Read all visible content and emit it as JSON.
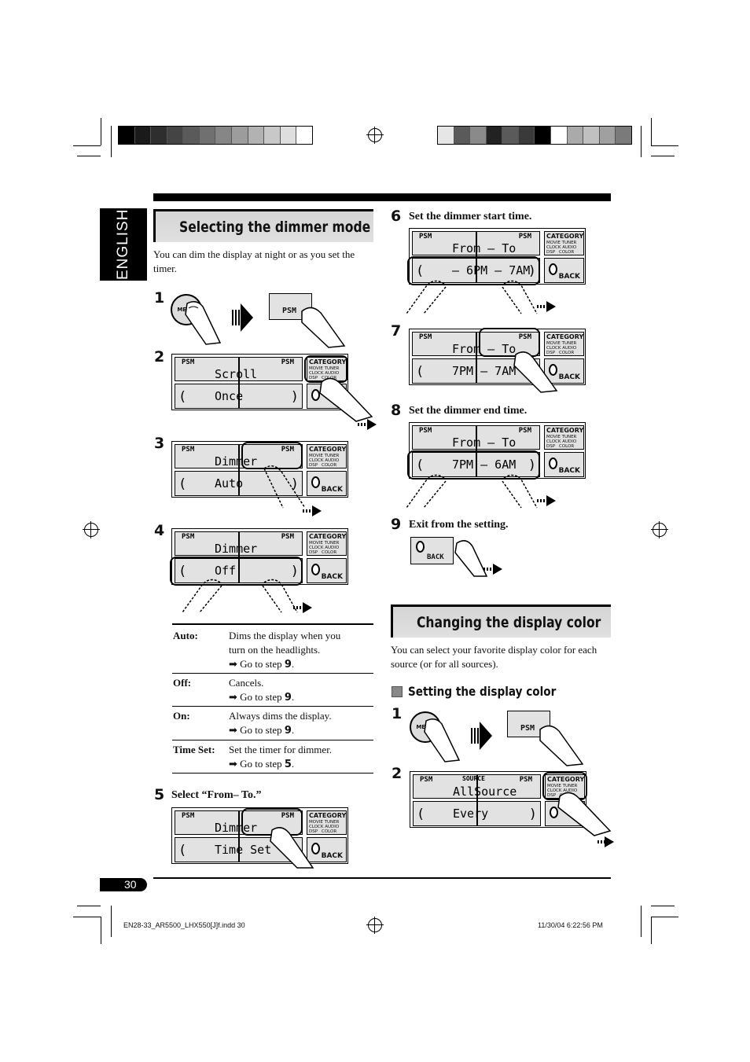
{
  "language_tab": "ENGLISH",
  "page_number": "30",
  "section1": {
    "title": "Selecting the dimmer mode",
    "intro": "You can dim the display at night or as you set the timer."
  },
  "buttons": {
    "menu": "MENU",
    "psm": "PSM",
    "back": "BACK",
    "category": "CATEGORY",
    "category_sub1": "MOVIE TUNER",
    "category_sub2": "CLOCK AUDIO",
    "category_sub3_a": "DSP",
    "category_sub3_b": "COLOR",
    "source": "SOURCE"
  },
  "steps_left": {
    "s1": "1",
    "s2": "2",
    "s3": "3",
    "s4": "4",
    "s5": "5",
    "s2_display": {
      "top": "Scroll",
      "bottom": "Once"
    },
    "s3_display": {
      "top": "Dimmer",
      "bottom": "Auto"
    },
    "s4_display": {
      "top": "Dimmer",
      "bottom": "Off"
    },
    "s5_label": "Select “From– To.”",
    "s5_display": {
      "top": "Dimmer",
      "bottom": "Time Set"
    }
  },
  "options": [
    {
      "key": "Auto:",
      "line1": "Dims the display when you",
      "line2": "turn on the headlights.",
      "goto_text": "➡ Go to step ",
      "goto_step": "9",
      "period": "."
    },
    {
      "key": "Off:",
      "line1": "Cancels.",
      "goto_text": "➡ Go to step ",
      "goto_step": "9",
      "period": "."
    },
    {
      "key": "On:",
      "line1": "Always dims the display.",
      "goto_text": "➡ Go to step ",
      "goto_step": "9",
      "period": "."
    },
    {
      "key": "Time Set:",
      "line1": "Set the timer for dimmer.",
      "goto_text": "➡ Go to step ",
      "goto_step": "5",
      "period": "."
    }
  ],
  "steps_right": {
    "s6": "6",
    "s6_label": "Set the dimmer start time.",
    "s6_display": {
      "top": "From – To",
      "bottom": "– 6PM – 7AM"
    },
    "s7": "7",
    "s7_display": {
      "top": "From – To",
      "bottom": "7PM – 7AM"
    },
    "s8": "8",
    "s8_label": "Set the dimmer end time.",
    "s8_display": {
      "top": "From – To",
      "bottom": "7PM – 6AM"
    },
    "s9": "9",
    "s9_label": "Exit from the setting."
  },
  "section2": {
    "title": "Changing the display color",
    "intro": "You can select your favorite display color for each source (or for all sources).",
    "subheading": "Setting the display color",
    "s1": "1",
    "s2": "2",
    "s2_display": {
      "top": "AllSource",
      "bottom": "Every"
    }
  },
  "footer": {
    "file": "EN28-33_AR5500_LHX550[J]f.indd   30",
    "date": "11/30/04   6:22:56 PM"
  },
  "colorbar_left": [
    "#000000",
    "#1a1a1a",
    "#2e2e2e",
    "#444444",
    "#5a5a5a",
    "#707070",
    "#868686",
    "#9c9c9c",
    "#b2b2b2",
    "#c8c8c8",
    "#dedede",
    "#ffffff"
  ],
  "colorbar_right": [
    "#e6e6e6",
    "#5a5a5a",
    "#8a8a8a",
    "#222222",
    "#5a5a5a",
    "#3a3a3a",
    "#000000",
    "#ffffff",
    "#aaaaaa",
    "#c0c0c0",
    "#a0a0a0",
    "#7a7a7a"
  ]
}
